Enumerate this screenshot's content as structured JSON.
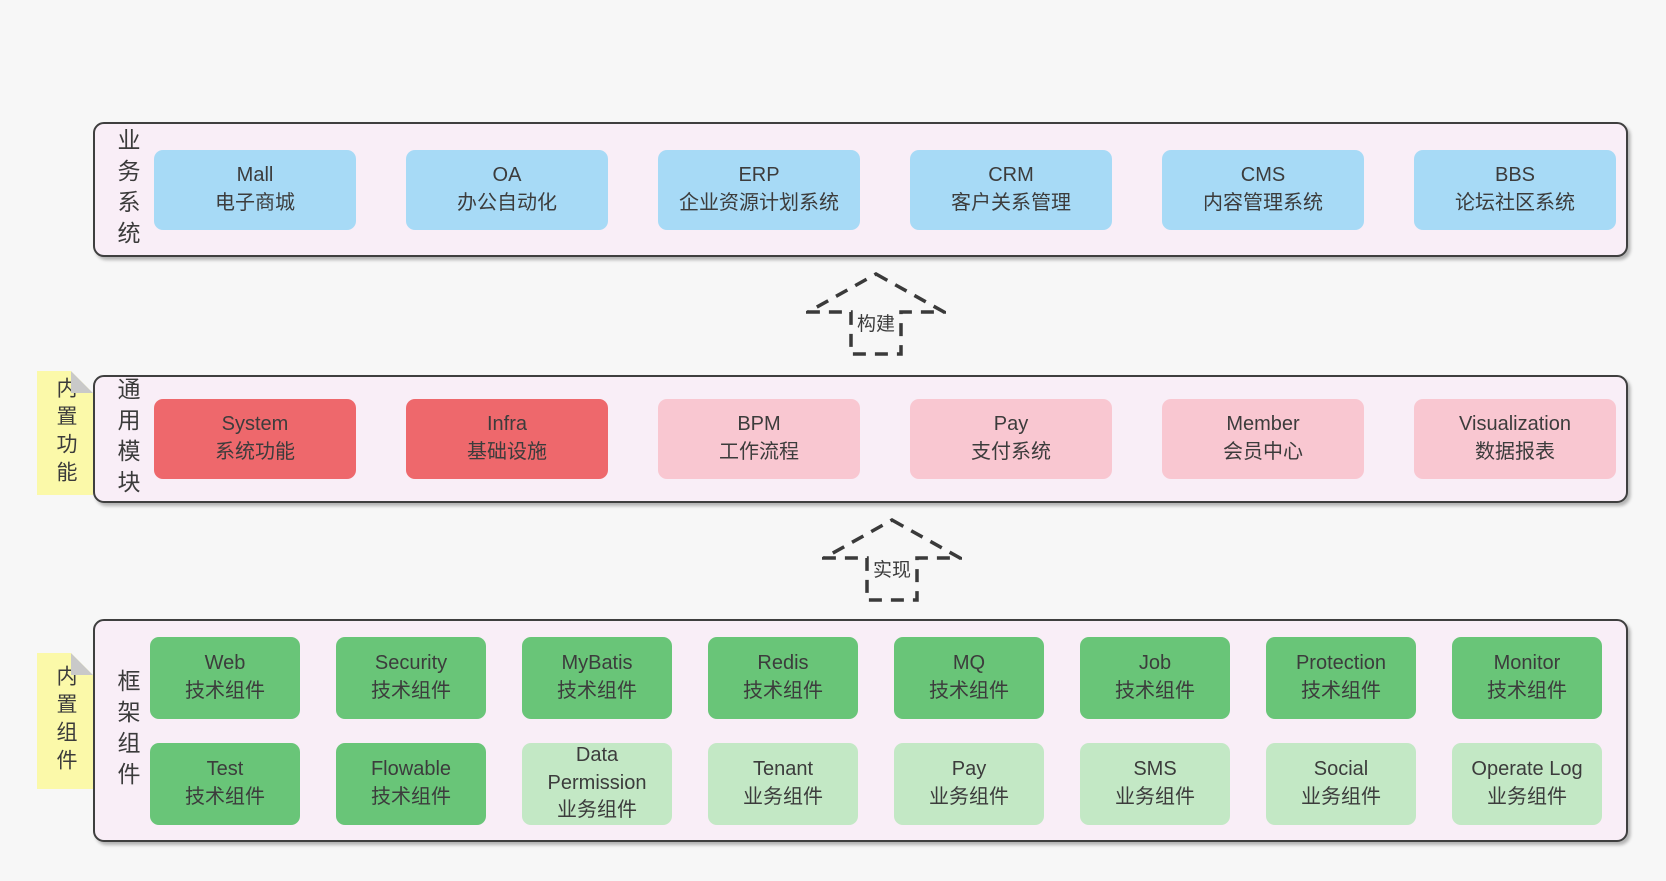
{
  "colors": {
    "page-bg": "#f7f7f7",
    "panel-bg": "#f9eef7",
    "line": "#3f3f3f",
    "arrow": "#3a3a3a",
    "text": "#3c3c3c",
    "blue": "#a7daf6",
    "red": "#ee686c",
    "pink": "#f9c7d1",
    "green": "#69c578",
    "green-light": "#c3e8c5",
    "yellow": "#fbf9a9",
    "fold": "#c9c9c9"
  },
  "arrows": [
    {
      "label": "构建"
    },
    {
      "label": "实现"
    }
  ],
  "sections": {
    "business": {
      "label": "业务系统",
      "boxes": [
        {
          "name": "Mall",
          "desc": "电子商城",
          "variant": "blue"
        },
        {
          "name": "OA",
          "desc": "办公自动化",
          "variant": "blue"
        },
        {
          "name": "ERP",
          "desc": "企业资源计划系统",
          "variant": "blue"
        },
        {
          "name": "CRM",
          "desc": "客户关系管理",
          "variant": "blue"
        },
        {
          "name": "CMS",
          "desc": "内容管理系统",
          "variant": "blue"
        },
        {
          "name": "BBS",
          "desc": "论坛社区系统",
          "variant": "blue"
        }
      ]
    },
    "modules": {
      "label": "通用模块",
      "note": "内置功能",
      "boxes": [
        {
          "name": "System",
          "desc": "系统功能",
          "variant": "red"
        },
        {
          "name": "Infra",
          "desc": "基础设施",
          "variant": "red"
        },
        {
          "name": "BPM",
          "desc": "工作流程",
          "variant": "pink"
        },
        {
          "name": "Pay",
          "desc": "支付系统",
          "variant": "pink"
        },
        {
          "name": "Member",
          "desc": "会员中心",
          "variant": "pink"
        },
        {
          "name": "Visualization",
          "desc": "数据报表",
          "variant": "pink"
        }
      ]
    },
    "components": {
      "label": "框架组件",
      "note": "内置组件",
      "row1": [
        {
          "name": "Web",
          "desc": "技术组件",
          "variant": "green"
        },
        {
          "name": "Security",
          "desc": "技术组件",
          "variant": "green"
        },
        {
          "name": "MyBatis",
          "desc": "技术组件",
          "variant": "green"
        },
        {
          "name": "Redis",
          "desc": "技术组件",
          "variant": "green"
        },
        {
          "name": "MQ",
          "desc": "技术组件",
          "variant": "green"
        },
        {
          "name": "Job",
          "desc": "技术组件",
          "variant": "green"
        },
        {
          "name": "Protection",
          "desc": "技术组件",
          "variant": "green"
        },
        {
          "name": "Monitor",
          "desc": "技术组件",
          "variant": "green"
        }
      ],
      "row2": [
        {
          "name": "Test",
          "desc": "技术组件",
          "variant": "green"
        },
        {
          "name": "Flowable",
          "desc": "技术组件",
          "variant": "green"
        },
        {
          "name": "Data Permission",
          "desc": "业务组件",
          "variant": "green-light"
        },
        {
          "name": "Tenant",
          "desc": "业务组件",
          "variant": "green-light"
        },
        {
          "name": "Pay",
          "desc": "业务组件",
          "variant": "green-light"
        },
        {
          "name": "SMS",
          "desc": "业务组件",
          "variant": "green-light"
        },
        {
          "name": "Social",
          "desc": "业务组件",
          "variant": "green-light"
        },
        {
          "name": "Operate Log",
          "desc": "业务组件",
          "variant": "green-light"
        }
      ]
    }
  }
}
